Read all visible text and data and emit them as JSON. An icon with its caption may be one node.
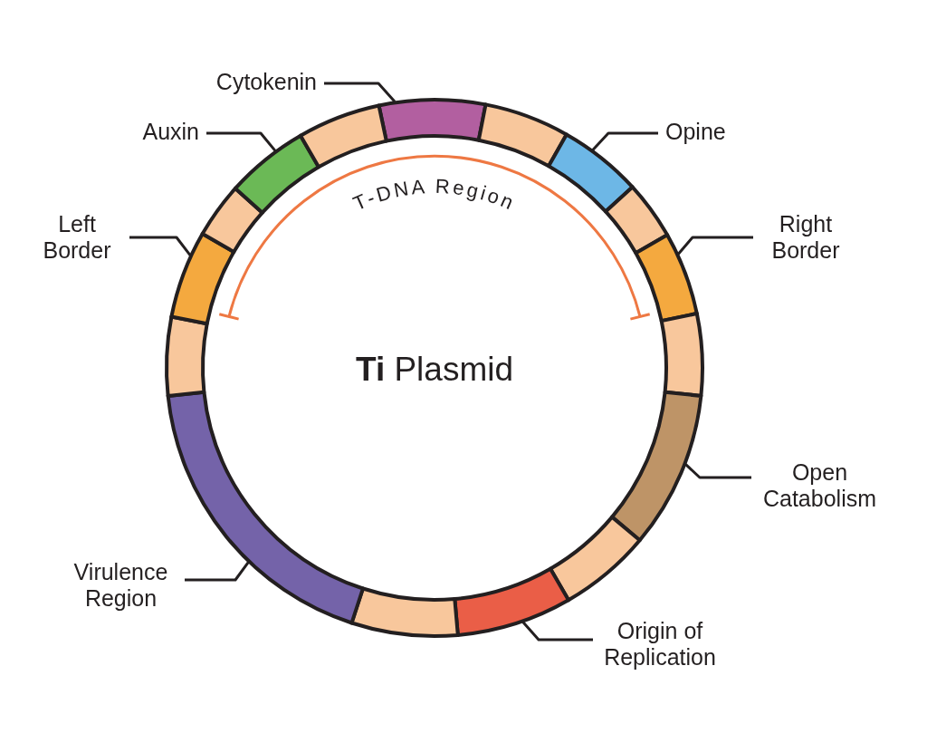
{
  "diagram": {
    "title": "**Ti** Plasmid",
    "nodes": [
      {
        "text": [
          "Cytokenin"
        ]
      },
      {
        "text": [
          "Auxin"
        ]
      },
      {
        "text": [
          "Opine"
        ]
      },
      {
        "text": [
          "Left Border"
        ]
      },
      {
        "text": [
          "Right Border"
        ]
      },
      {
        "text": [
          "Open Catabolism"
        ]
      },
      {
        "text": [
          "Virulence Region"
        ]
      },
      {
        "text": [
          "Origin of Replication"
        ]
      },
      {
        "text": [],
        "shape": "bar"
      },
      {
        "text": [],
        "shape": "bar"
      },
      {
        "text": [],
        "shape": "bar"
      },
      {
        "text": [],
        "shape": "bar"
      },
      {
        "text": [],
        "shape": "bar"
      },
      {
        "text": [],
        "shape": "bar"
      },
      {
        "text": [],
        "shape": "bar"
      },
      {
        "text": [],
        "shape": "bar"
      },
      {
        "text": [],
        "shape": "bar"
      },
      {
        "text": [],
        "shape": "bar"
      },
      {
        "text": [],
        "shape": "bar"
      },
      {
        "text": [],
        "shape": "bar"
      },
      {
        "text": [],
        "shape": "bar"
      },
      {
        "text": [],
        "shape": "bar"
      },
      {
        "text": [],
        "shape": "bar"
      },
      {
        "text": [],
        "shape": "bar"
      }
    ],
    "edges": [
      {
        "from": 0,
        "to": 8,
        "arrow": "none"
      },
      {
        "from": 1,
        "to": 22,
        "arrow": "none"
      },
      {
        "from": 2,
        "to": 10,
        "arrow": "none"
      },
      {
        "from": 3,
        "to": 20,
        "arrow": "none"
      },
      {
        "from": 4,
        "to": 12,
        "arrow": "none"
      },
      {
        "from": 5,
        "to": 14,
        "arrow": "none"
      },
      {
        "from": 6,
        "to": 18,
        "arrow": "none"
      },
      {
        "from": 7,
        "to": 16,
        "arrow": "none"
      }
    ],
    "labels": [
      "T-DNA Region"
    ]
  }
}
